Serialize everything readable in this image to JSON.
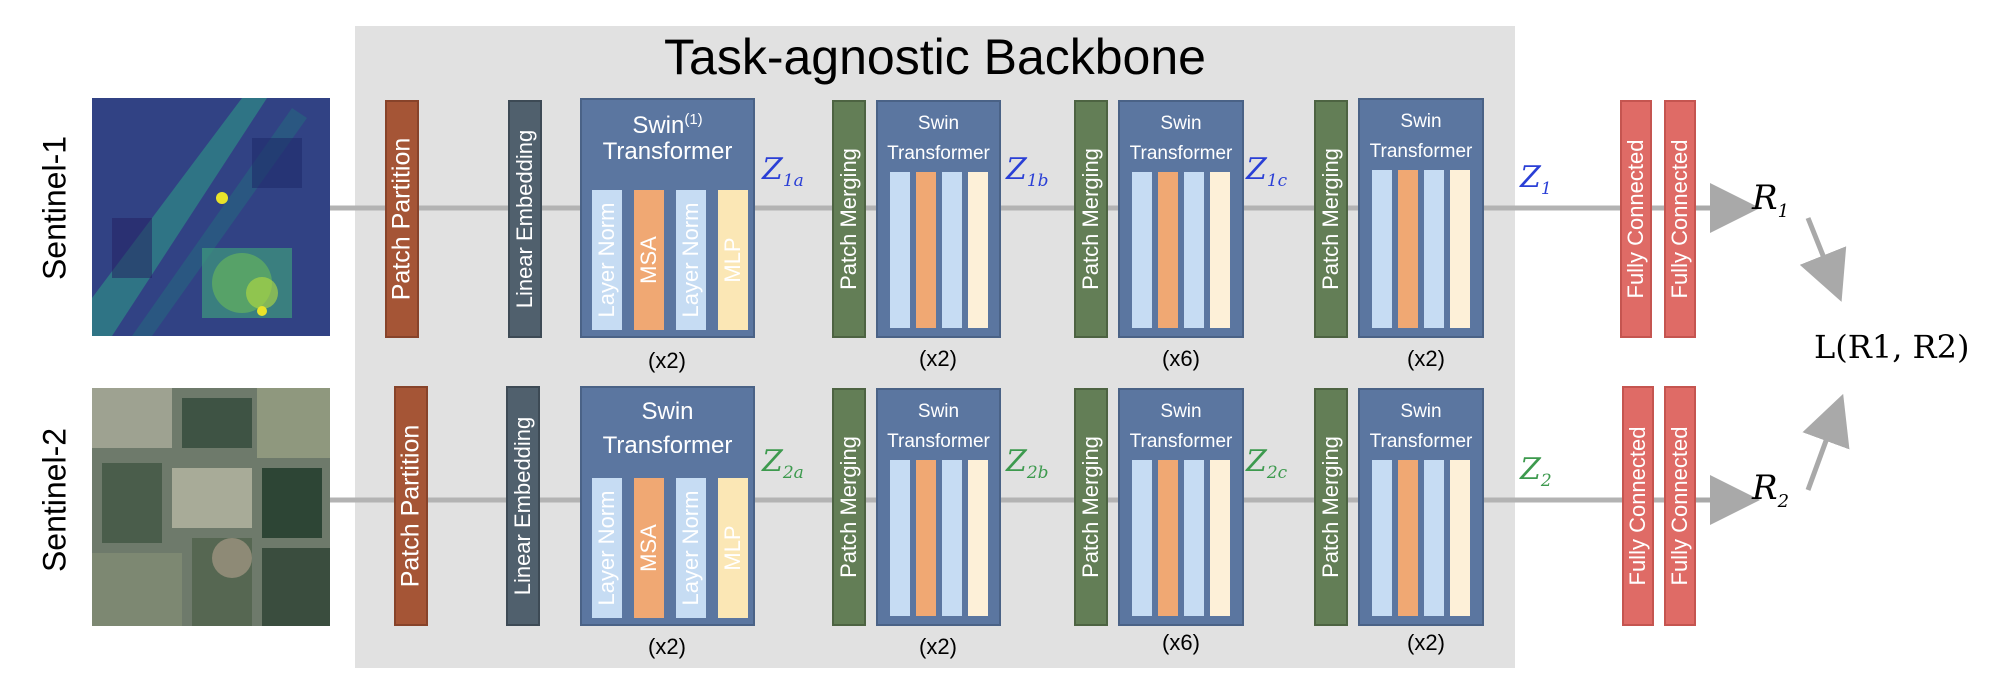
{
  "title": "Task-agnostic Backbone",
  "inputs": [
    "Sentinel-1",
    "Sentinel-2"
  ],
  "labels": {
    "patch_partition": "Patch Partition",
    "linear_embedding": "Linear Embedding",
    "patch_merging": "Patch Merging",
    "fully_connected": "Fully Connected",
    "swin": "Swin",
    "transformer": "Transformer",
    "swin_superscript": "(1)",
    "layer_norm": "Layer Norm",
    "msa": "MSA",
    "mlp": "MLP"
  },
  "multipliers": {
    "stage1": "(x2)",
    "stage2": "(x2)",
    "stage3": "(x6)",
    "stage4": "(x2)"
  },
  "latents": {
    "row1": {
      "base": "Z",
      "subs": [
        "1a",
        "1b",
        "1c",
        "1"
      ]
    },
    "row2": {
      "base": "Z",
      "subs": [
        "2a",
        "2b",
        "2c",
        "2"
      ]
    }
  },
  "outputs": {
    "r1": "R",
    "r1_sub": "1",
    "r2": "R",
    "r2_sub": "2"
  },
  "loss": "L(R1, R2)",
  "colors": {
    "backbone_bg": "#e1e1e1",
    "patch_partition": "#a55536",
    "linear_embedding": "#50606d",
    "patch_merging": "#637e56",
    "swin_block": "#5b76a0",
    "layer_norm": "#c6dcf3",
    "msa": "#f0a873",
    "mlp": "#fbe7b5",
    "fully_connected": "#df6b66",
    "latent_row1": "#2a3fd6",
    "latent_row2": "#3d9a4e",
    "connector": "#b3b3b3"
  }
}
